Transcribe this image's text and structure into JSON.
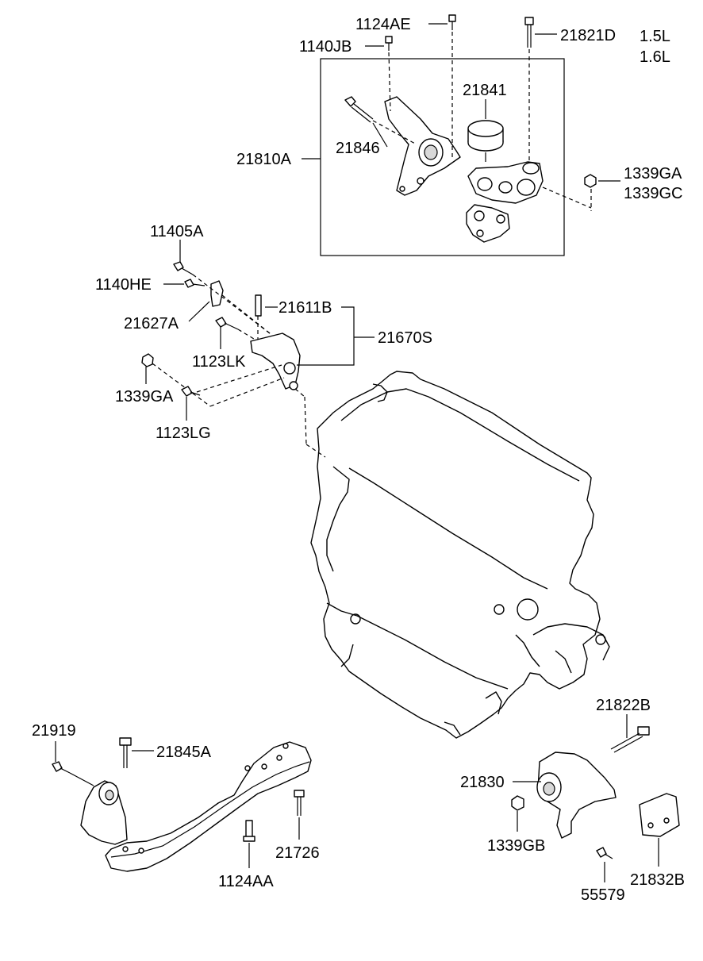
{
  "variants": [
    "1.5L",
    "1.6L"
  ],
  "labels": {
    "p1124AE": "1124AE",
    "p1140JB": "1140JB",
    "p21821D": "21821D",
    "p21841": "21841",
    "p21846": "21846",
    "p21810A": "21810A",
    "p1339GA_top": "1339GA",
    "p1339GC": "1339GC",
    "p11405A": "11405A",
    "p1140HE": "1140HE",
    "p21611B": "21611B",
    "p21627A": "21627A",
    "p21670S": "21670S",
    "p1123LK": "1123LK",
    "p1339GA_left": "1339GA",
    "p1123LG": "1123LG",
    "p21919": "21919",
    "p21845A": "21845A",
    "p21726": "21726",
    "p1124AA": "1124AA",
    "p21822B": "21822B",
    "p21830": "21830",
    "p1339GB": "1339GB",
    "p55579": "55579",
    "p21832B": "21832B"
  }
}
